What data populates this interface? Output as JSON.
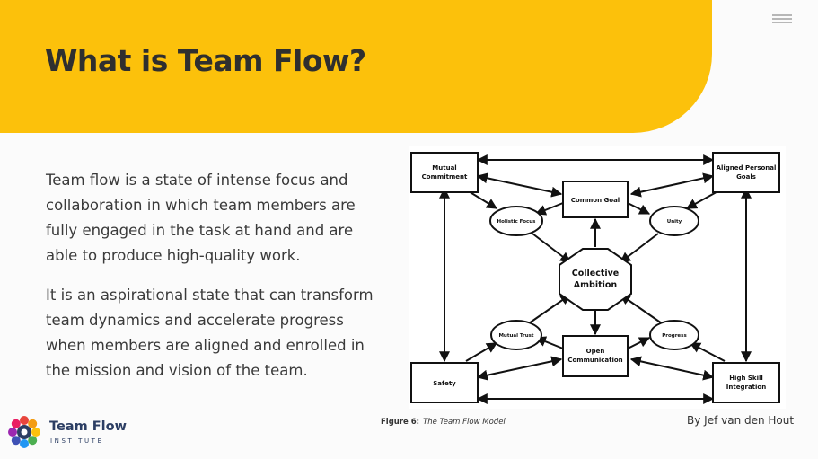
{
  "slide": {
    "title": "What is Team Flow?",
    "paragraphs": [
      "Team flow is a state of intense focus and collaboration in which team members are fully engaged in the task at hand and are able to produce high-quality work.",
      "It is an aspirational state that can transform team dynamics and accelerate progress when members are aligned and enrolled in the mission and vision of the team."
    ],
    "caption_label": "Figure 6:",
    "caption_title": "The Team Flow Model",
    "author": "By Jef van den Hout"
  },
  "logo": {
    "name": "Team Flow",
    "subtitle": "INSTITUTE"
  },
  "icons": {
    "menu": "hamburger-menu-icon",
    "logo": "gear-flower-logo-icon"
  },
  "colors": {
    "banner": "#fcc10b",
    "title": "#2f2f2f",
    "logo_text": "#2c3e63"
  },
  "diagram": {
    "boxes": {
      "mutual_commitment": [
        "Mutual",
        "Commitment"
      ],
      "aligned_personal_goals": [
        "Aligned Personal",
        "Goals"
      ],
      "common_goal": [
        "Common Goal"
      ],
      "safety": [
        "Safety"
      ],
      "high_skill_integration": [
        "High Skill",
        "Integration"
      ],
      "open_communication": [
        "Open",
        "Communication"
      ]
    },
    "ellipses": {
      "holistic_focus": "Holistic Focus",
      "unity": "Unity",
      "mutual_trust": "Mutual Trust",
      "progress": "Progress"
    },
    "center": [
      "Collective",
      "Ambition"
    ]
  }
}
